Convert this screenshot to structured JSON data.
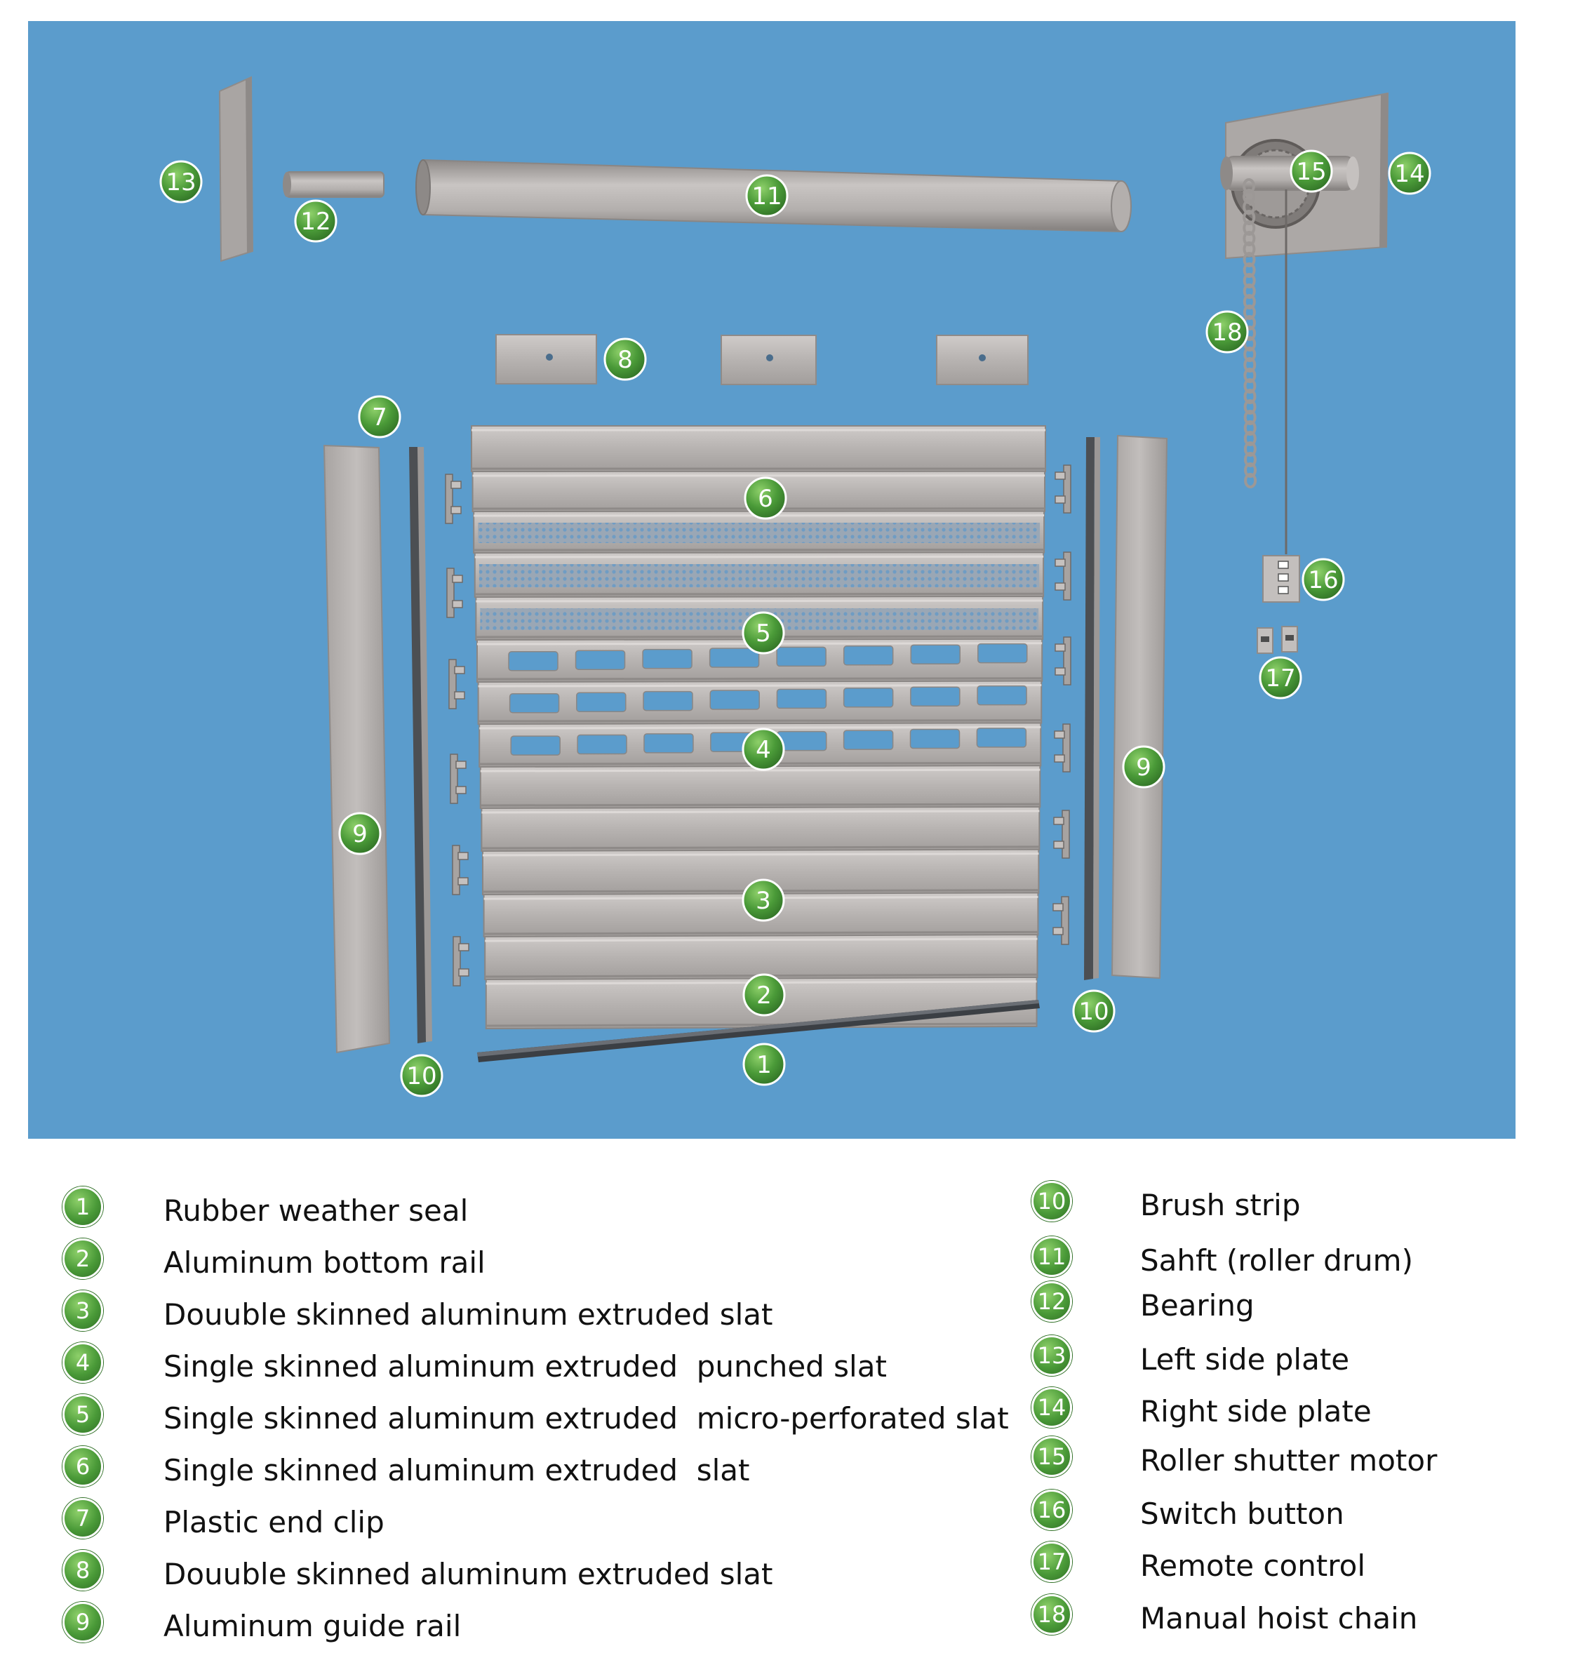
{
  "colors": {
    "background": "#5b9ccc",
    "part_fill": "#b6b2b0",
    "part_edge": "#8f8b89",
    "badge": "#4a9a38",
    "seal": "#3b3f44"
  },
  "callouts": [
    {
      "n": "1"
    },
    {
      "n": "2"
    },
    {
      "n": "3"
    },
    {
      "n": "4"
    },
    {
      "n": "5"
    },
    {
      "n": "6"
    },
    {
      "n": "7"
    },
    {
      "n": "8"
    },
    {
      "n": "9"
    },
    {
      "n": "9"
    },
    {
      "n": "10"
    },
    {
      "n": "10"
    },
    {
      "n": "11"
    },
    {
      "n": "12"
    },
    {
      "n": "13"
    },
    {
      "n": "14"
    },
    {
      "n": "15"
    },
    {
      "n": "16"
    },
    {
      "n": "17"
    },
    {
      "n": "18"
    }
  ],
  "legend": {
    "left": [
      {
        "n": "1",
        "label": "Rubber weather seal"
      },
      {
        "n": "2",
        "label": "Aluminum bottom rail"
      },
      {
        "n": "3",
        "label": "Douuble skinned aluminum extruded slat"
      },
      {
        "n": "4",
        "label": "Single skinned aluminum extruded  punched slat"
      },
      {
        "n": "5",
        "label": "Single skinned aluminum extruded  micro-perforated slat"
      },
      {
        "n": "6",
        "label": "Single skinned aluminum extruded  slat"
      },
      {
        "n": "7",
        "label": "Plastic end clip"
      },
      {
        "n": "8",
        "label": "Douuble skinned aluminum extruded slat"
      },
      {
        "n": "9",
        "label": "Aluminum guide rail"
      }
    ],
    "right": [
      {
        "n": "10",
        "label": "Brush strip"
      },
      {
        "n": "11",
        "label": "Sahft (roller drum)"
      },
      {
        "n": "12",
        "label": "Bearing"
      },
      {
        "n": "13",
        "label": "Left side plate"
      },
      {
        "n": "14",
        "label": "Right side plate"
      },
      {
        "n": "15",
        "label": "Roller shutter motor"
      },
      {
        "n": "16",
        "label": "Switch button"
      },
      {
        "n": "17",
        "label": "Remote control"
      },
      {
        "n": "18",
        "label": "Manual hoist chain"
      }
    ]
  }
}
